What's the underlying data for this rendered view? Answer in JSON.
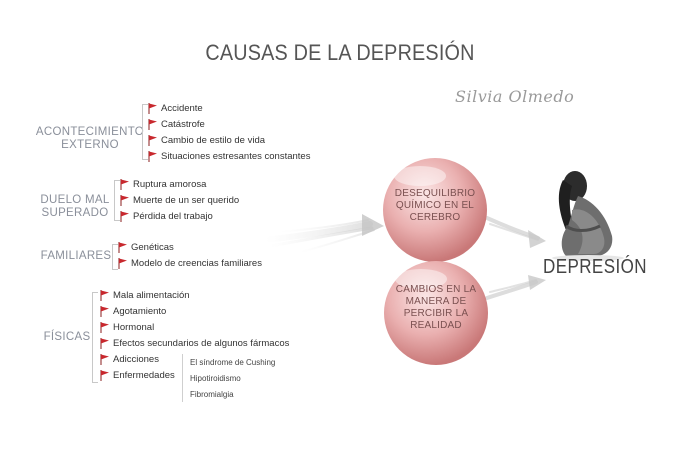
{
  "title": "CAUSAS DE LA DEPRESIÓN",
  "author": "Silvia Olmedo",
  "categories": [
    {
      "label_lines": [
        "ACONTECIMIENTO",
        "EXTERNO"
      ],
      "items": [
        "Accidente",
        "Catástrofe",
        "Cambio de estilo de vida",
        "Situaciones estresantes constantes"
      ]
    },
    {
      "label_lines": [
        "DUELO MAL",
        "SUPERADO"
      ],
      "items": [
        "Ruptura amorosa",
        "Muerte de un ser querido",
        "Pérdida del trabajo"
      ]
    },
    {
      "label_lines": [
        "FAMILIARES"
      ],
      "items": [
        "Genéticas",
        "Modelo de creencias familiares"
      ]
    },
    {
      "label_lines": [
        "FÍSICAS"
      ],
      "items": [
        "Mala alimentación",
        "Agotamiento",
        "Hormonal",
        "Efectos secundarios de algunos fármacos",
        "Adicciones",
        "Enfermedades"
      ]
    }
  ],
  "diseases": [
    "El síndrome de Cushing",
    "Hipotiroidismo",
    "Fibromialgia"
  ],
  "spheres": [
    {
      "lines": [
        "DESEQUILIBRIO",
        "QUÍMICO EN EL",
        "CEREBRO"
      ]
    },
    {
      "lines": [
        "CAMBIOS EN LA",
        "MANERA DE",
        "PERCIBIR LA",
        "REALIDAD"
      ]
    }
  ],
  "result": "DEPRESIÓN",
  "colors": {
    "flag": "#c8282e",
    "sphere": "#e9a9a9",
    "sphere_text": "#7a5050",
    "category": "#8a8f9a"
  },
  "icons": {
    "flag": "flag-icon",
    "figure": "sitting-person-icon"
  }
}
